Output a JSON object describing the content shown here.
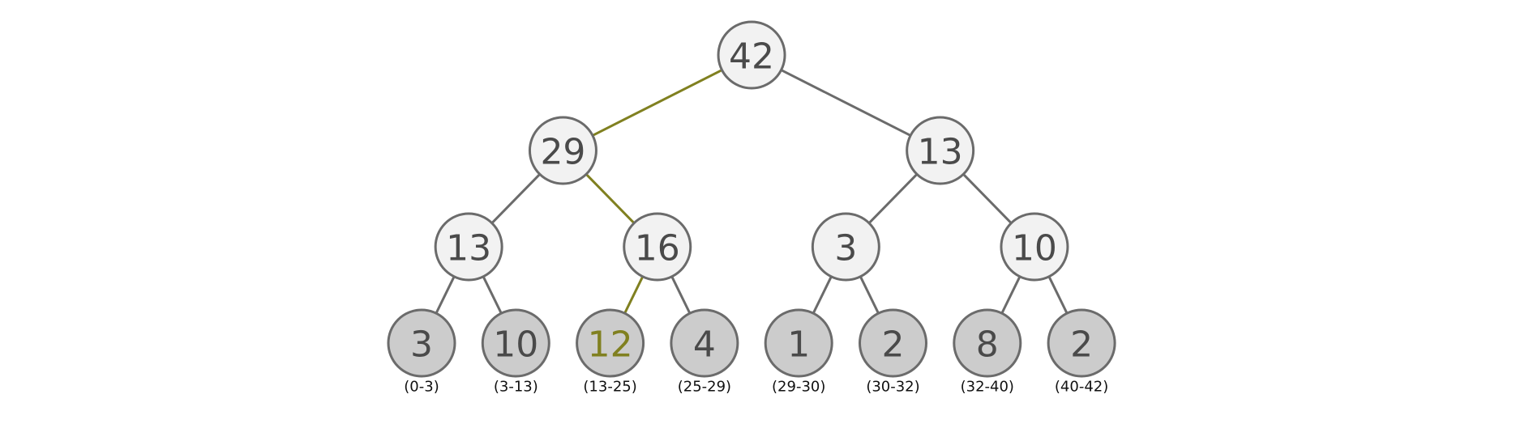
{
  "colors": {
    "background": "#ffffff",
    "internal_fill": "#f2f2f2",
    "leaf_fill": "#cccccc",
    "stroke": "#6b6b6b",
    "text": "#4a4a4a",
    "highlight": "#808020"
  },
  "nodes": [
    {
      "id": "n0",
      "value": "42",
      "level": 0,
      "slot": 0
    },
    {
      "id": "n1",
      "value": "29",
      "level": 1,
      "slot": 0
    },
    {
      "id": "n2",
      "value": "13",
      "level": 1,
      "slot": 1
    },
    {
      "id": "n3",
      "value": "13",
      "level": 2,
      "slot": 0
    },
    {
      "id": "n4",
      "value": "16",
      "level": 2,
      "slot": 1
    },
    {
      "id": "n5",
      "value": "3",
      "level": 2,
      "slot": 2
    },
    {
      "id": "n6",
      "value": "10",
      "level": 2,
      "slot": 3
    },
    {
      "id": "l0",
      "value": "3",
      "level": 3,
      "slot": 0,
      "range": "(0-3)"
    },
    {
      "id": "l1",
      "value": "10",
      "level": 3,
      "slot": 1,
      "range": "(3-13)"
    },
    {
      "id": "l2",
      "value": "12",
      "level": 3,
      "slot": 2,
      "range": "(13-25)",
      "highlight": true
    },
    {
      "id": "l3",
      "value": "4",
      "level": 3,
      "slot": 3,
      "range": "(25-29)"
    },
    {
      "id": "l4",
      "value": "1",
      "level": 3,
      "slot": 4,
      "range": "(29-30)"
    },
    {
      "id": "l5",
      "value": "2",
      "level": 3,
      "slot": 5,
      "range": "(30-32)"
    },
    {
      "id": "l6",
      "value": "8",
      "level": 3,
      "slot": 6,
      "range": "(32-40)"
    },
    {
      "id": "l7",
      "value": "2",
      "level": 3,
      "slot": 7,
      "range": "(40-42)"
    }
  ],
  "edges": [
    {
      "from": "n0",
      "to": "n1",
      "highlight": true
    },
    {
      "from": "n0",
      "to": "n2"
    },
    {
      "from": "n1",
      "to": "n3"
    },
    {
      "from": "n1",
      "to": "n4",
      "highlight": true
    },
    {
      "from": "n2",
      "to": "n5"
    },
    {
      "from": "n2",
      "to": "n6"
    },
    {
      "from": "n3",
      "to": "l0"
    },
    {
      "from": "n3",
      "to": "l1"
    },
    {
      "from": "n4",
      "to": "l2",
      "highlight": true
    },
    {
      "from": "n4",
      "to": "l3"
    },
    {
      "from": "n5",
      "to": "l4"
    },
    {
      "from": "n5",
      "to": "l5"
    },
    {
      "from": "n6",
      "to": "l6"
    },
    {
      "from": "n6",
      "to": "l7"
    }
  ]
}
